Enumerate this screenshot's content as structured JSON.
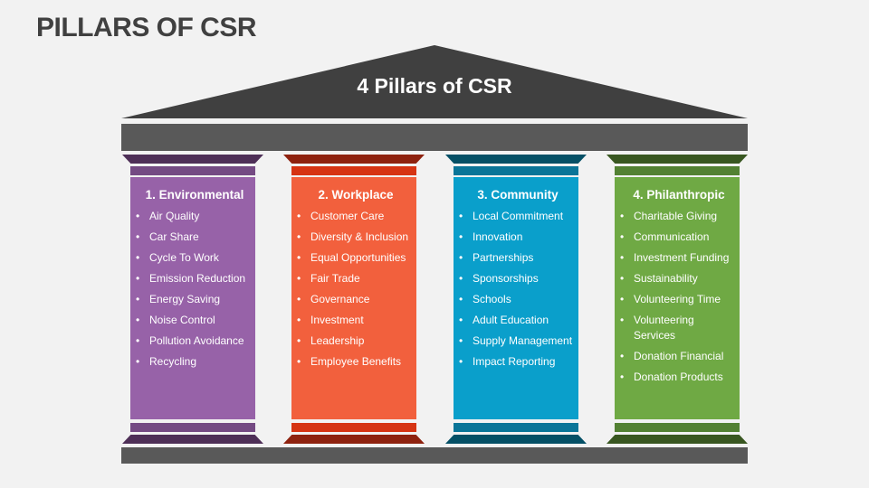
{
  "page": {
    "title": "PILLARS OF CSR"
  },
  "roof": {
    "title": "4 Pillars of CSR",
    "color": "#404040"
  },
  "structure": {
    "entablature_color": "#595959",
    "base_color": "#595959",
    "background": "#f2f2f2"
  },
  "pillars": [
    {
      "title": "1. Environmental",
      "colors": {
        "dark": "#4e2f57",
        "mid": "#744a83",
        "shaft": "#9762a8"
      },
      "items": [
        "Air Quality",
        "Car Share",
        "Cycle To Work",
        "Emission Reduction",
        "Energy Saving",
        "Noise Control",
        "Pollution Avoidance",
        "Recycling"
      ]
    },
    {
      "title": "2. Workplace",
      "colors": {
        "dark": "#8e220f",
        "mid": "#d63413",
        "shaft": "#f2603d"
      },
      "items": [
        "Customer Care",
        "Diversity & Inclusion",
        "Equal Opportunities",
        "Fair Trade",
        "Governance",
        "Investment",
        "Leadership",
        "Employee Benefits"
      ]
    },
    {
      "title": "3. Community",
      "colors": {
        "dark": "#055066",
        "mid": "#0a7598",
        "shaft": "#0a9fcb"
      },
      "items": [
        "Local Commitment",
        "Innovation",
        "Partnerships",
        "Sponsorships",
        "Schools",
        "Adult Education",
        "Supply Management",
        "Impact Reporting"
      ]
    },
    {
      "title": "4. Philanthropic",
      "colors": {
        "dark": "#395721",
        "mid": "#538133",
        "shaft": "#6fa944"
      },
      "items": [
        "Charitable Giving",
        "Communication",
        "Investment Funding",
        "Sustainability",
        "Volunteering Time",
        "Volunteering Services",
        "Donation Financial",
        "Donation Products"
      ]
    }
  ],
  "bullet_glyph": "•"
}
